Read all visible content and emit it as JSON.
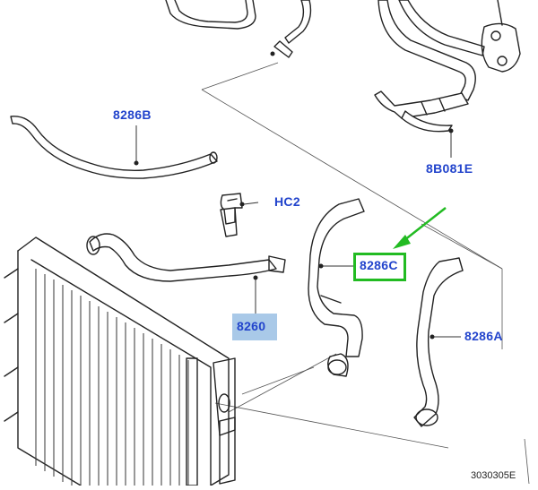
{
  "diagram": {
    "callouts": [
      {
        "id": "8286B",
        "label": "8286B"
      },
      {
        "id": "HC2",
        "label": "HC2"
      },
      {
        "id": "8286C",
        "label": "8286C",
        "highlight": "green-box"
      },
      {
        "id": "8260",
        "label": "8260",
        "highlight": "blue-fill"
      },
      {
        "id": "8B081E",
        "label": "8B081E"
      },
      {
        "id": "8286A",
        "label": "8286A"
      }
    ],
    "figure_ref": "3030305E",
    "colors": {
      "label_text": "#2244cc",
      "highlight_box": "#22bb22",
      "highlight_fill": "#a9c9e8",
      "arrow": "#22bb22",
      "line_art": "#222222"
    }
  }
}
